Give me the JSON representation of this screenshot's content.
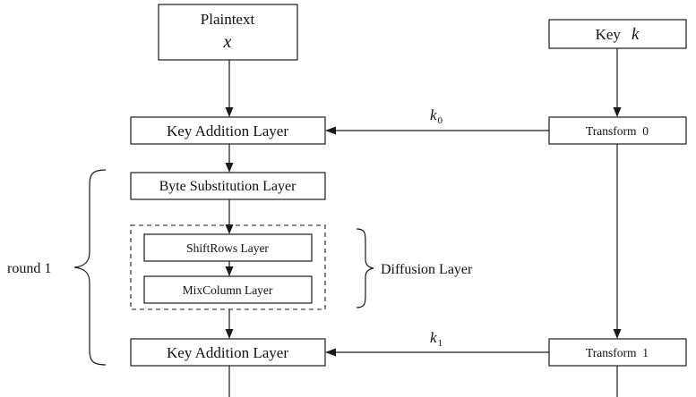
{
  "plaintext": {
    "label": "Plaintext",
    "symbol": "x"
  },
  "key": {
    "label": "Key",
    "symbol": "k"
  },
  "key_addition_layer": "Key Addition Layer",
  "byte_substitution_layer": "Byte Substitution Layer",
  "shiftrows_layer": "ShiftRows Layer",
  "mixcolumn_layer": "MixColumn Layer",
  "diffusion_layer": "Diffusion Layer",
  "round_label": "round 1",
  "transform_0": "Transform  0",
  "transform_1": "Transform  1",
  "subkey_0": {
    "letter": "k",
    "index": "0"
  },
  "subkey_1": {
    "letter": "k",
    "index": "1"
  }
}
